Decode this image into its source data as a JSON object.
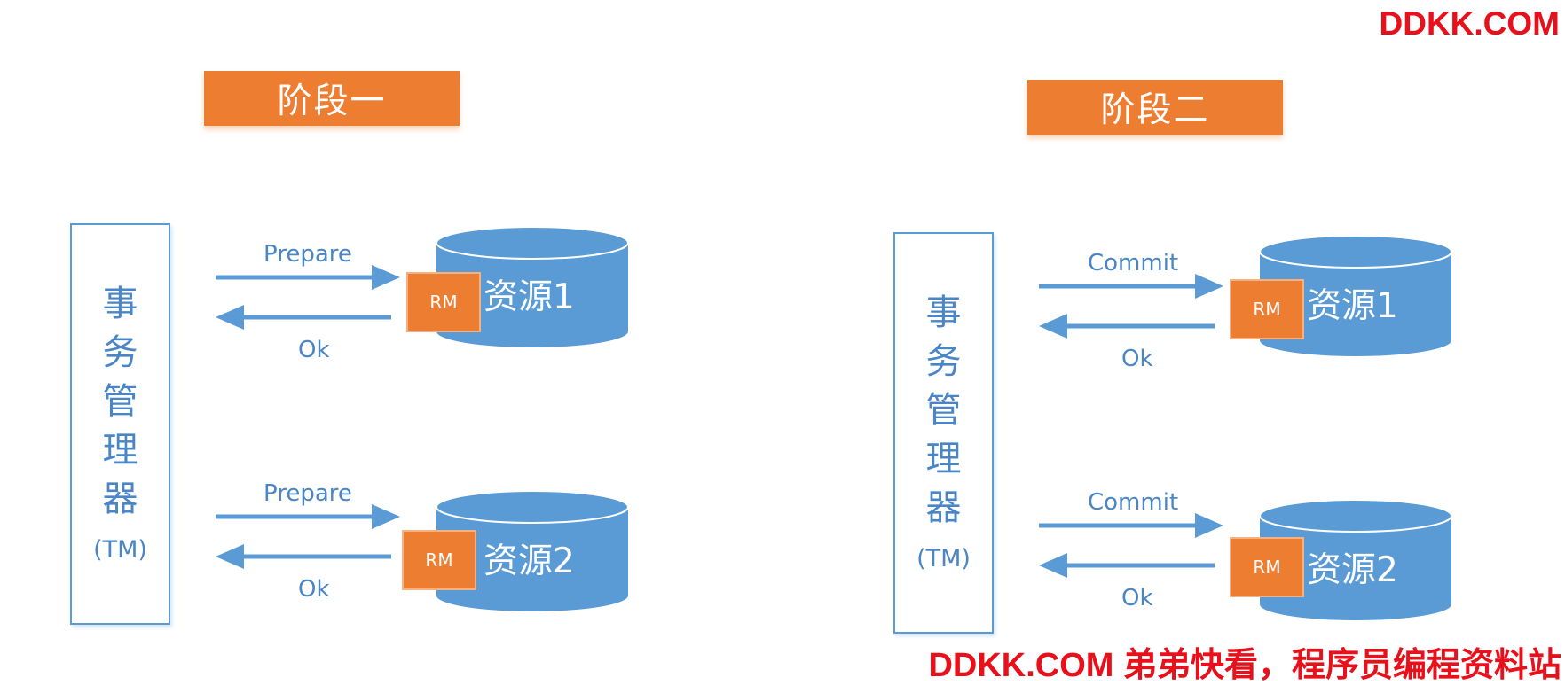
{
  "watermark": {
    "top": "DDKK.COM",
    "bottom": "DDKK.COM 弟弟快看，程序员编程资料站"
  },
  "colors": {
    "phase": "#ed7d31",
    "blue": "#5b9bd5",
    "text_blue": "#4a86c5",
    "watermark": "#e8101b"
  },
  "phases": [
    {
      "title": "阶段一",
      "manager": {
        "chars": [
          "事",
          "务",
          "管",
          "理",
          "器"
        ],
        "abbr": "(TM)"
      },
      "resources": [
        {
          "name": "资源1",
          "rm": "RM",
          "request": "Prepare",
          "response": "Ok"
        },
        {
          "name": "资源2",
          "rm": "RM",
          "request": "Prepare",
          "response": "Ok"
        }
      ]
    },
    {
      "title": "阶段二",
      "manager": {
        "chars": [
          "事",
          "务",
          "管",
          "理",
          "器"
        ],
        "abbr": "(TM)"
      },
      "resources": [
        {
          "name": "资源1",
          "rm": "RM",
          "request": "Commit",
          "response": "Ok"
        },
        {
          "name": "资源2",
          "rm": "RM",
          "request": "Commit",
          "response": "Ok"
        }
      ]
    }
  ]
}
